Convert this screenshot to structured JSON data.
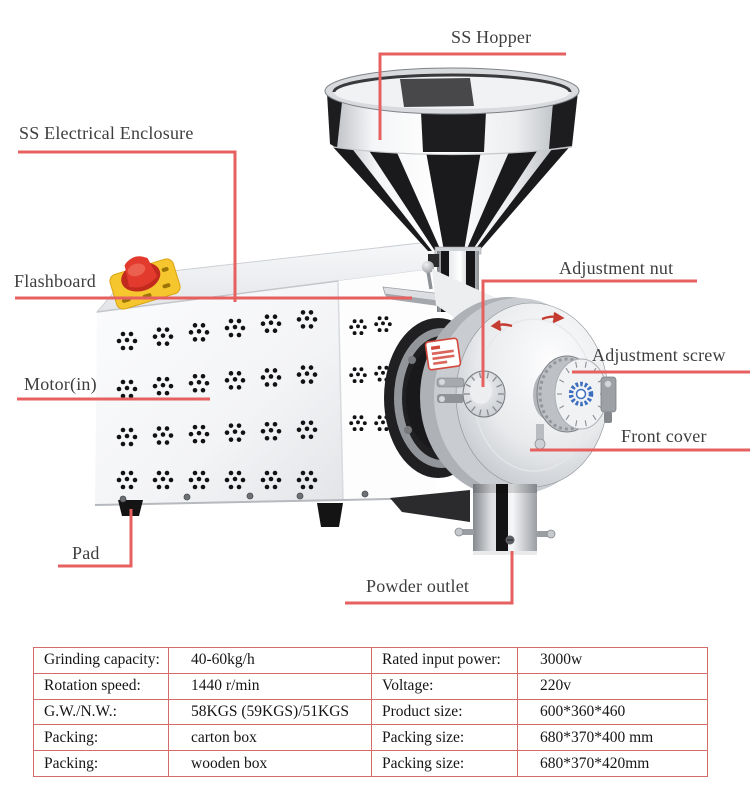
{
  "figure": {
    "type": "annotated-product-diagram",
    "subject": "grain grinding machine"
  },
  "labels": {
    "ss_hopper": "SS Hopper",
    "ss_electrical_enclosure": "SS Electrical Enclosure",
    "flashboard": "Flashboard",
    "motor_in": "Motor(in)",
    "pad": "Pad",
    "powder_outlet": "Powder outlet",
    "adjustment_nut": "Adjustment nut",
    "adjustment_screw": "Adjustment screw",
    "front_cover": "Front cover"
  },
  "spec_table": {
    "rows": [
      [
        "Grinding capacity:",
        "40-60kg/h",
        "Rated input power:",
        "3000w"
      ],
      [
        "Rotation speed:",
        "1440 r/min",
        "Voltage:",
        "220v"
      ],
      [
        "G.W./N.W.:",
        "58KGS (59KGS)/51KGS",
        "Product size:",
        "600*360*460"
      ],
      [
        "Packing:",
        "carton box",
        "Packing size:",
        "680*370*400 mm"
      ],
      [
        "Packing:",
        "wooden box",
        "Packing size:",
        "680*370*420mm"
      ]
    ]
  },
  "colors": {
    "leader_line": "#e66060",
    "table_border": "#d56c6c",
    "label_text": "#3e3e3e",
    "switch_red": "#e23b2e",
    "switch_yellow": "#f6c62e",
    "hopper_stripe_black": "#1a1a1c",
    "dial_gear_blue": "#3d6fc0",
    "direction_arrow_red": "#c43c31",
    "background": "#ffffff"
  }
}
